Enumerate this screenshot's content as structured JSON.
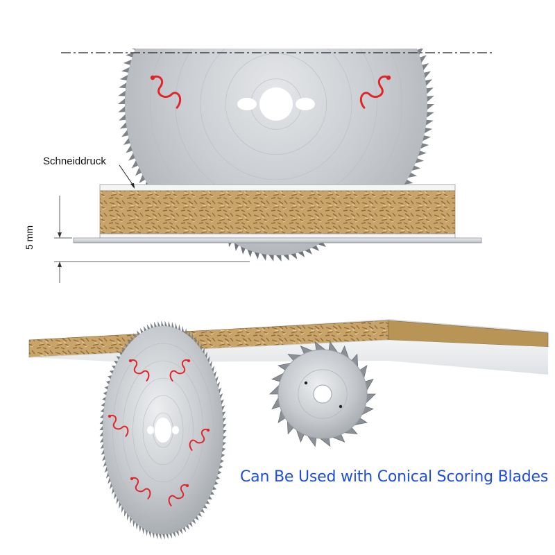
{
  "top_diagram": {
    "cutting_pressure_label": "Schneiddruck",
    "dimension_label": "5 mm"
  },
  "bottom_illustration": {
    "caption": "Can Be Used with Conical Scoring Blades"
  },
  "colors": {
    "blade_steel": "#c9ccd0",
    "blade_steel_dark": "#9aa0a6",
    "expansion_slot": "#e0242a",
    "board_core": "#c9a46a",
    "board_laminate": "#eef0f2",
    "caption_text": "#1f4fd6"
  }
}
